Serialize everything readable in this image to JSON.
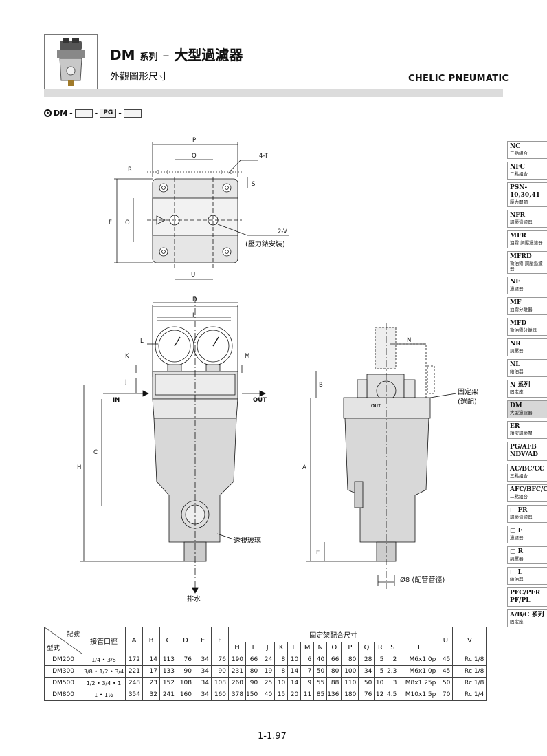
{
  "header": {
    "title_main": "DM",
    "title_series": "系列",
    "title_dash": "–",
    "title_name": "大型過濾器",
    "subtitle": "外觀圖形尺寸",
    "brand": "CHELIC PNEUMATIC"
  },
  "order_code": {
    "prefix": "DM",
    "sep1": "-",
    "pg": "PG",
    "sep2": "-"
  },
  "drawing_labels": {
    "top": {
      "P": "P",
      "Q": "Q",
      "T": "4-T",
      "R": "R",
      "S": "S",
      "F": "F",
      "O": "O",
      "U": "U",
      "V": "2-V",
      "gauge_note": "(壓力錶安裝)"
    },
    "front": {
      "D": "D",
      "I": "I",
      "L": "L",
      "K": "K",
      "M": "M",
      "J": "J",
      "in": "IN",
      "out": "OUT",
      "C": "C",
      "H": "H",
      "sight": "透視玻璃",
      "drain": "排水"
    },
    "side": {
      "N": "N",
      "B": "B",
      "A": "A",
      "E": "E",
      "bracket1": "固定架",
      "bracket2": "(選配)",
      "port_out": "OUT",
      "pipe": "Ø8 (配管管徑)"
    }
  },
  "sidebar": [
    {
      "code": "NC",
      "desc": "三點組合"
    },
    {
      "code": "NFC",
      "desc": "二點組合"
    },
    {
      "code": "PSN-10,30,41",
      "desc": "壓力開關"
    },
    {
      "code": "NFR",
      "desc": "調壓過濾器"
    },
    {
      "code": "MFR",
      "desc": "油霧 調壓過濾器"
    },
    {
      "code": "MFRD",
      "desc": "微油霧 調壓過濾器"
    },
    {
      "code": "NF",
      "desc": "過濾器"
    },
    {
      "code": "MF",
      "desc": "油霧分離器"
    },
    {
      "code": "MFD",
      "desc": "微油霧分離器"
    },
    {
      "code": "NR",
      "desc": "調壓器"
    },
    {
      "code": "NL",
      "desc": "給油器"
    },
    {
      "code": "N 系列",
      "desc": "固定座"
    },
    {
      "code": "DM",
      "desc": "大型過濾器",
      "active": true
    },
    {
      "code": "ER",
      "desc": "精密調壓閥"
    },
    {
      "code": "PG/AFB NDV/AD",
      "desc": ""
    },
    {
      "code": "AC/BC/CC",
      "desc": "三點組合"
    },
    {
      "code": "AFC/BFC/CFC",
      "desc": "二點組合"
    },
    {
      "code": "□ FR",
      "desc": "調壓過濾器"
    },
    {
      "code": "□ F",
      "desc": "過濾器"
    },
    {
      "code": "□ R",
      "desc": "調壓器"
    },
    {
      "code": "□ L",
      "desc": "給油器"
    },
    {
      "code": "PFC/PFR PF/PL",
      "desc": ""
    },
    {
      "code": "A/B/C 系列",
      "desc": "固定座"
    }
  ],
  "table": {
    "corner_top": "記號",
    "corner_bottom": "型式",
    "port": "接管口徑",
    "cols_main": [
      "A",
      "B",
      "C",
      "D",
      "E",
      "F"
    ],
    "bracket_group": "固定架配合尺寸",
    "cols_bracket": [
      "H",
      "I",
      "J",
      "K",
      "L",
      "M",
      "N",
      "O",
      "P",
      "Q",
      "R",
      "S",
      "T"
    ],
    "cols_tail": [
      "U",
      "V"
    ],
    "rows": [
      {
        "model": "DM200",
        "port": "1/4 • 3/8",
        "vals": [
          "172",
          "14",
          "113",
          "76",
          "34",
          "76",
          "190",
          "66",
          "24",
          "8",
          "10",
          "6",
          "40",
          "66",
          "80",
          "28",
          "5",
          "2",
          "M6x1.0p",
          "45",
          "Rc 1/8"
        ]
      },
      {
        "model": "DM300",
        "port": "3/8 • 1/2 • 3/4",
        "vals": [
          "221",
          "17",
          "133",
          "90",
          "34",
          "90",
          "231",
          "80",
          "19",
          "8",
          "14",
          "7",
          "50",
          "80",
          "100",
          "34",
          "5",
          "2.3",
          "M6x1.0p",
          "45",
          "Rc 1/8"
        ]
      },
      {
        "model": "DM500",
        "port": "1/2 • 3/4 • 1",
        "vals": [
          "248",
          "23",
          "152",
          "108",
          "34",
          "108",
          "260",
          "90",
          "25",
          "10",
          "14",
          "9",
          "55",
          "88",
          "110",
          "50",
          "10",
          "3",
          "M8x1.25p",
          "50",
          "Rc 1/8"
        ]
      },
      {
        "model": "DM800",
        "port": "1 • 1½",
        "vals": [
          "354",
          "32",
          "241",
          "160",
          "34",
          "160",
          "378",
          "150",
          "40",
          "15",
          "20",
          "11",
          "85",
          "136",
          "180",
          "76",
          "12",
          "4.5",
          "M10x1.5p",
          "70",
          "Rc 1/4"
        ]
      }
    ]
  },
  "page_number": "1-1.97"
}
